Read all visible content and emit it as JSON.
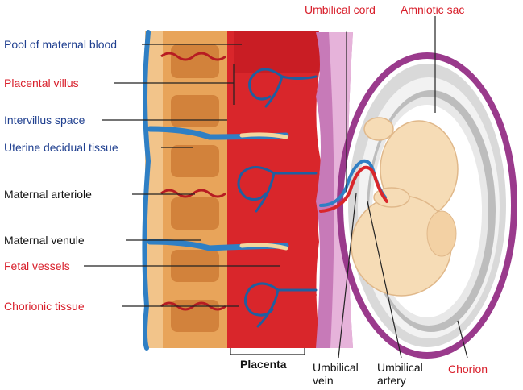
{
  "labels": {
    "pool_of_maternal_blood": "Pool of maternal blood",
    "placental_villus": "Placental villus",
    "intervillus_space": "Intervillus space",
    "uterine_decidual_tissue": "Uterine decidual tissue",
    "maternal_arteriole": "Maternal arteriole",
    "maternal_venule": "Maternal venule",
    "fetal_vessels": "Fetal vessels",
    "chorionic_tissue": "Chorionic tissue",
    "umbilical_cord": "Umbilical cord",
    "amniotic_sac": "Amniotic sac",
    "placenta": "Placenta",
    "umbilical_vein_line1": "Umbilical",
    "umbilical_vein_line2": "vein",
    "umbilical_artery_line1": "Umbilical",
    "umbilical_artery_line2": "artery",
    "chorion": "Chorion"
  },
  "colors": {
    "maternal_blood": "#d9262b",
    "decidua": "#e8a45a",
    "vein_blue": "#2f7fc4",
    "amnion_purple": "#9a3a8c",
    "chorion_pink": "#c77ab8",
    "fetus_skin": "#f6dcb6",
    "label_blue": "#1f3f8f",
    "label_red": "#d81e2a"
  }
}
